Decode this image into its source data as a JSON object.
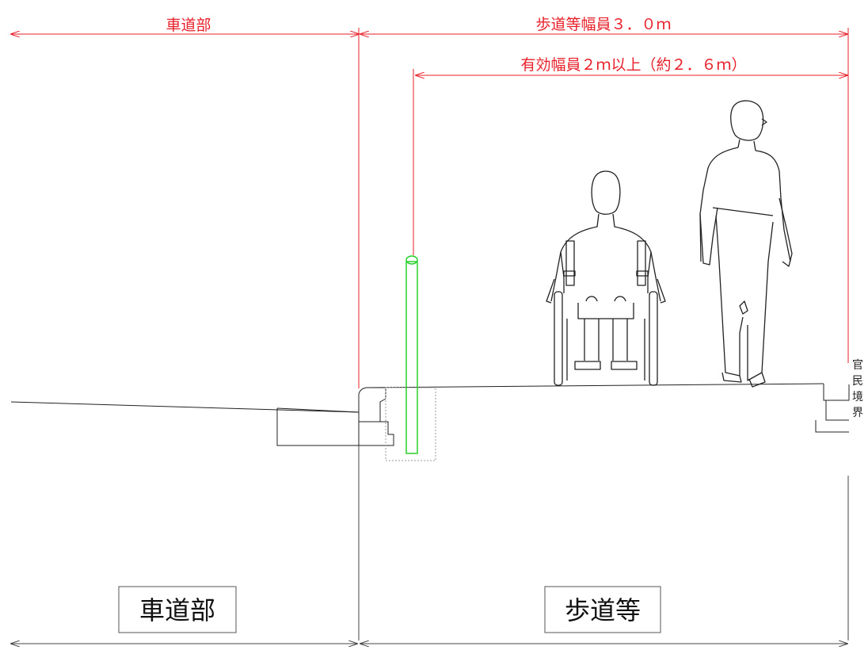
{
  "dimensions": {
    "roadway_label": "車道部",
    "sidewalk_width_label": "歩道等幅員３．０ｍ",
    "effective_width_label": "有効幅員２ｍ以上（約２．６ｍ）"
  },
  "sections": {
    "roadway_label": "車道部",
    "sidewalk_label": "歩道等"
  },
  "boundary_note": [
    "官",
    "民",
    "境",
    "界"
  ],
  "colors": {
    "dimension": "#e8202a",
    "bollard": "#2bd02b",
    "line": "#222222",
    "foundation": "#9a9a9a"
  }
}
